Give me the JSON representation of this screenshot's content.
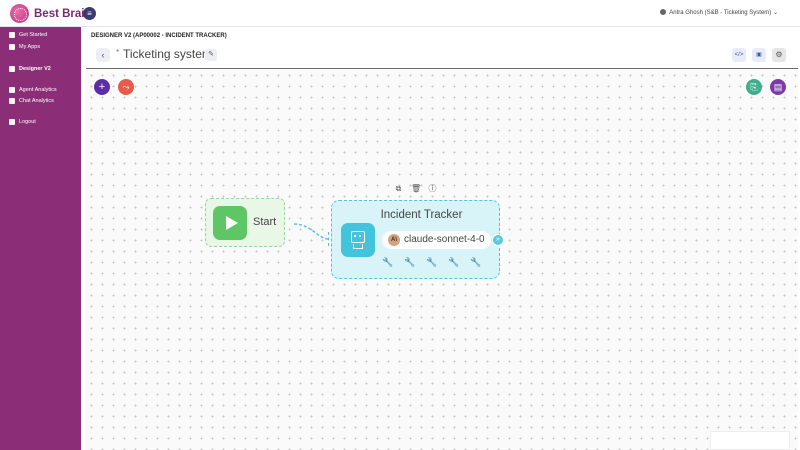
{
  "header": {
    "brand": "Best Brain",
    "user": "Antra Ghosh (S&B - Ticketing System)",
    "dropdown_glyph": "⌄"
  },
  "sidebar": {
    "items": [
      {
        "label": "Get Started",
        "icon": "users-icon"
      },
      {
        "label": "My Apps",
        "icon": "apps-icon"
      },
      {
        "label": "Designer V2",
        "icon": "designer-icon",
        "active": true
      },
      {
        "label": "Agent Analytics",
        "icon": "document-icon"
      },
      {
        "label": "Chat Analytics",
        "icon": "document-icon"
      },
      {
        "label": "Logout",
        "icon": "logout-icon"
      }
    ]
  },
  "breadcrumb": "DESIGNER V2 (AP00002 - INCIDENT TRACKER)",
  "titlebar": {
    "back_glyph": "‹",
    "unsaved_marker": "*",
    "title": "Ticketing system",
    "edit_glyph": "✎",
    "code_glyph": "</>",
    "save_glyph": "▣",
    "settings_glyph": "⚙"
  },
  "canvas": {
    "add_glyph": "+",
    "share_glyph": "⤳",
    "clipboard_glyph": "⎘",
    "chat_glyph": "▤"
  },
  "nodes": {
    "start": {
      "label": "Start"
    },
    "agent": {
      "title": "Incident Tracker",
      "model": "claude-sonnet-4-0",
      "model_avatar": "A\\",
      "tool_glyph": "🔧",
      "tool_count": 5,
      "out_glyph": "»"
    },
    "actions": {
      "copy": "⧉",
      "delete": "🗑",
      "info": "ⓘ"
    }
  },
  "colors": {
    "sidebar": "#8b2e77",
    "add_fab": "#5b2ea6",
    "share_fab": "#e85a4a",
    "clipboard_fab": "#3fae8a",
    "chat_fab": "#7b3aa8",
    "start_node": "#5ec665",
    "agent_node": "#42c5dc"
  }
}
